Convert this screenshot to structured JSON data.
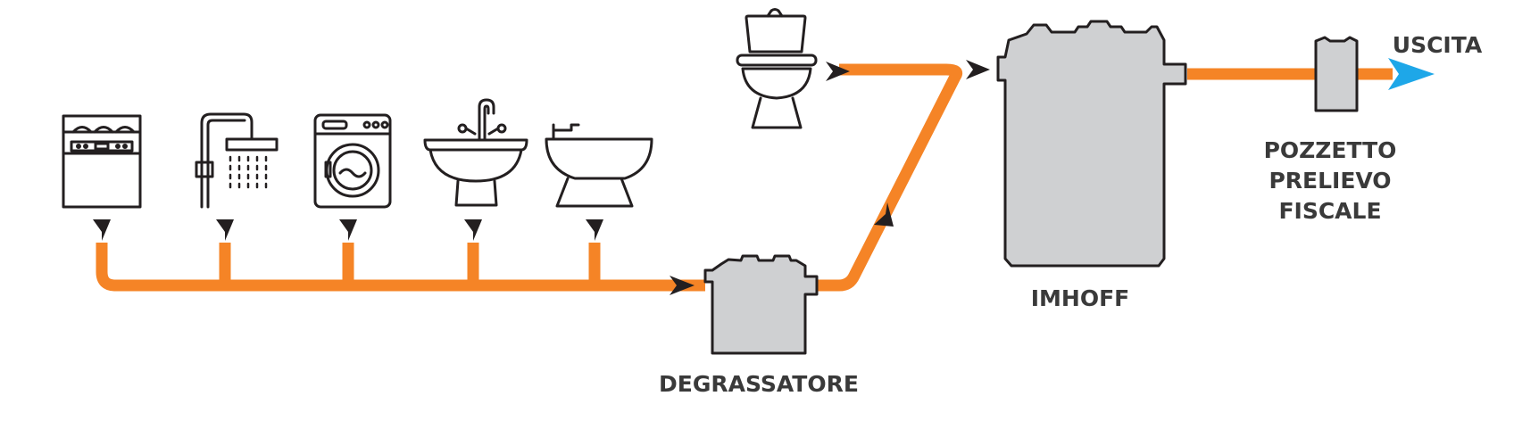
{
  "labels": {
    "degrassatore": "DEGRASSATORE",
    "imhoff": "IMHOFF",
    "pozzetto": [
      "POZZETTO",
      "PRELIEVO",
      "FISCALE"
    ],
    "uscita": "USCITA"
  },
  "colors": {
    "pipe": "#f58426",
    "tank_fill": "#cfd0d2",
    "outline": "#231f20",
    "outlet_arrow": "#1ea7e8",
    "label_text": "#3a3a3a"
  },
  "icons": [
    "dishwasher-icon",
    "shower-icon",
    "washing-machine-icon",
    "sink-icon",
    "bidet-icon",
    "toilet-icon"
  ]
}
